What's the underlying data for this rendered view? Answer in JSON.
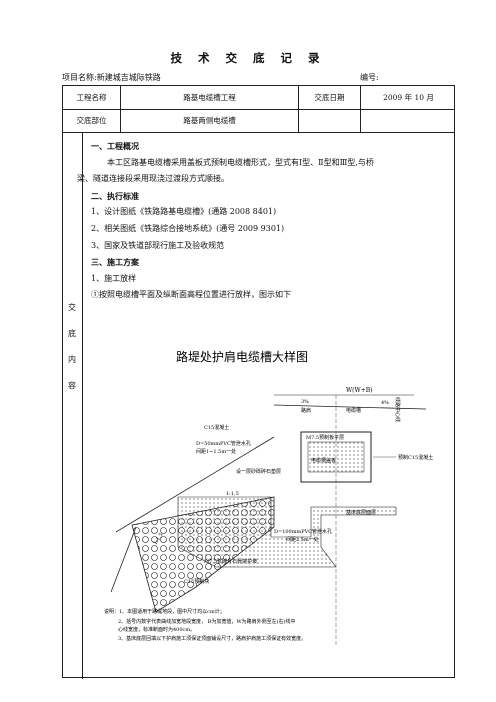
{
  "doc": {
    "title": "技 术 交 底 记 录",
    "project_label": "项目名称:新建城吉城际铁路",
    "serial_label": "编号:"
  },
  "table": {
    "r1": [
      "工程名称",
      "路基电缆槽工程",
      "交底日期",
      "2009 年 10 月"
    ],
    "r2": [
      "交底部位",
      "路基两侧电缆槽"
    ],
    "side": [
      "交",
      "底",
      "内",
      "容"
    ]
  },
  "content": {
    "s1": "一、工程概况",
    "p1a": "本工区路基电缆槽采用盖板式预制电缆槽形式，型式有Ⅰ型、Ⅱ型和Ⅲ型,与桥",
    "p1b": "梁、隧道连接段采用现浇过渡段方式顺接。",
    "s2": "二、执行标准",
    "l1": "1、设计图纸《铁路路基电缆槽》(通路 2008    8401)",
    "l2": "2、相关图纸《铁路综合接地系统》(通号  2009  9301)",
    "l3": "3、国家及铁道部现行施工及验收规范",
    "s3": "三、施工方案",
    "l4": "1、施工放样",
    "l5": "①按照电缆槽平面及纵断面高程位置进行放样，图示如下"
  },
  "drawing": {
    "title": "路堤处护肩电缆槽大样图",
    "top_dim": "W(W+B)",
    "labels": {
      "c15top": "C15混凝土",
      "pipe": "D=50mmPVC管泄水孔",
      "pipe2": "间距1~1.5m一处",
      "slope": "1:1.5",
      "slope2": "1:1.5",
      "gravel": "设一层砂砾碎石垫层",
      "board": "M7.5预制板平层",
      "cover": "电缆槽盖板",
      "c15r": "预制C15混凝土",
      "trough": "电缆槽",
      "pave": "路肩",
      "base": "基床底层面层",
      "pipe3": "D=100mmPVC管泄水孔",
      "pipe4": "间距2.5m一处",
      "mortar": "M7.5浆砌片石骨架护坡",
      "c15b": "C15预制块",
      "tick1": "3%",
      "tick2": "4%",
      "inner": "线路中心线"
    },
    "notes": [
      "说明：1、本图适用于路堤地段，图中尺寸均以cm计；",
      "2、括号内数字代表曲线加宽地段宽度，  B为加宽值，W为路肩外侧至左(右)线中",
      "心线宽度，标准断面时为400cm。",
      "3、基床底层回填以下护肩施工须保证顶面铺设尺寸，路肩护肩施工须保证有效宽度。"
    ]
  }
}
